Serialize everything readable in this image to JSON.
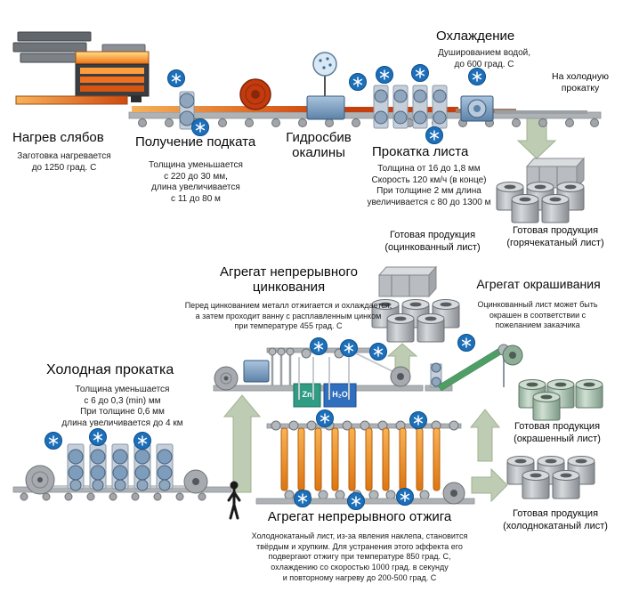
{
  "palette": {
    "arrow_green": "#bdccb2",
    "hot_strip": "#c8430f",
    "machine_blue": "#5d82a8",
    "icon_blue": "#1c6fb8",
    "zinc_tank": "#2f9c84",
    "water_tank": "#2f6fbe",
    "anneal_strip": "#e8821b",
    "paint_strip": "#4f9e66"
  },
  "stages": {
    "heating": {
      "title": "Нагрев слябов",
      "desc": "Заготовка нагревается\nдо 1250 град. С"
    },
    "roughing": {
      "title": "Получение подката",
      "desc": "Толщина уменьшается\nс 220 до 30 мм,\nдлина увеличивается\nс 11 до 80 м"
    },
    "descaling": {
      "title": "Гидросбив\nокалины"
    },
    "sheet_rolling": {
      "title": "Прокатка листа",
      "desc": "Толщина от 16 до 1,8 мм\nСкорость 120 км/ч (в конце)\nПри толщине 2 мм длина\nувеличивается с 80 до 1300 м"
    },
    "cooling": {
      "title": "Охлаждение",
      "desc": "Душированием водой,\nдо 600 град. С"
    },
    "galvanizing": {
      "title": "Агрегат непрерывного\nцинкования",
      "desc": "Перед цинкованием металл отжигается и охлаждается,\nа затем проходит ванну с расплавленным цинком\nпри температуре 455 град. С"
    },
    "painting": {
      "title": "Агрегат окрашивания",
      "desc": "Оцинкованный лист может быть\nокрашен в соответствии с\nпожеланием заказчика"
    },
    "cold_rolling": {
      "title": "Холодная прокатка",
      "desc": "Толщина уменьшается\nс 6 до 0,3 (min) мм\nПри толщине 0,6 мм\nдлина увеличивается до 4 км"
    },
    "annealing": {
      "title": "Агрегат непрерывного отжига",
      "desc": "Холоднокатаный лист, из-за явления наклепа, становится\nтвёрдым и хрупким. Для устранения этого эффекта его\nподвергают отжигу при температуре 850 град. С,\nохлаждению со скоростью 1000 град. в секунду\nи повторному нагреву до 200-500 град. С"
    }
  },
  "labels": {
    "to_cold_rolling": "На холодную\nпрокатку",
    "product_hot": "Готовая продукция\n(горячекатаный лист)",
    "product_galvanized": "Готовая продукция\n(оцинкованный лист)",
    "product_painted": "Готовая продукция\n(окрашенный лист)",
    "product_cold": "Готовая продукция\n(холоднокатаный лист)",
    "zinc_tank": "Zn",
    "water_tank": "H₂O"
  }
}
